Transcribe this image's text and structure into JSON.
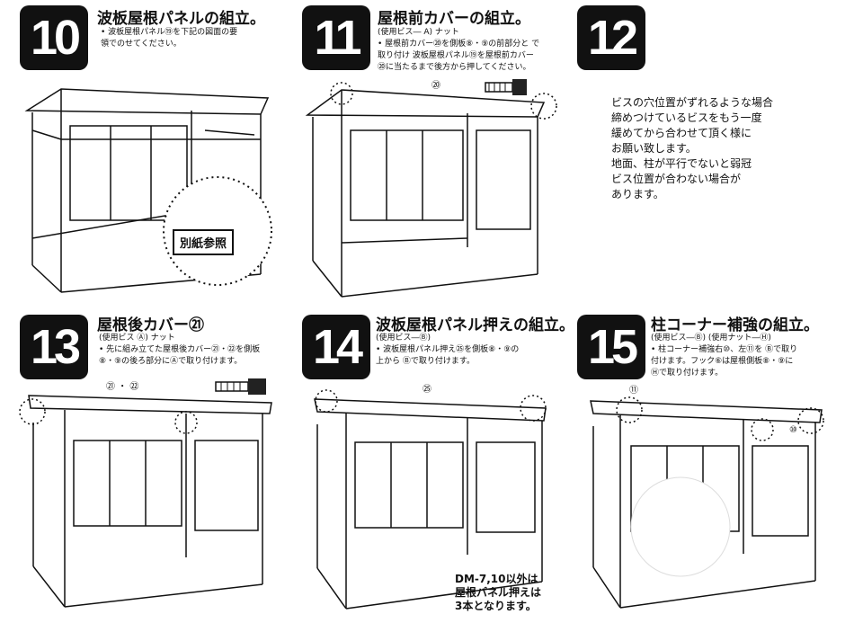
{
  "steps": [
    {
      "num": "10",
      "title": "波板屋根パネルの組立。",
      "lines": [
        "• 波板屋根パネル⑲を下記の図面の要",
        "   領でのせてください。"
      ]
    },
    {
      "num": "11",
      "title": "屋根前カバーの組立。",
      "lines": [
        "(使用ビス― A)    ナット",
        "• 屋根前カバー⑳を側板⑧・⑨の前部分と で",
        "  取り付け 波板屋根パネル⑲を屋根前カバー",
        "  ⑳に当たるまで後方から押してください。"
      ],
      "label": "⑳"
    },
    {
      "num": "12",
      "note": [
        "ビスの穴位置がずれるような場合",
        "締めつけているビスをもう一度",
        "緩めてから合わせて頂く様に",
        "お願い致します。",
        "地面、柱が平行でないと弱冠",
        "ビス位置が合わない場合が",
        "あります。"
      ]
    },
    {
      "num": "13",
      "title": "屋根後カバー㉑",
      "lines": [
        "(使用ビス Ⓐ)     ナット",
        "• 先に組み立てた屋根後カバー㉑・㉒を側板",
        "  ⑧・⑨の後ろ部分にⒶで取り付けます。"
      ],
      "label": "㉑ ・ ㉒"
    },
    {
      "num": "14",
      "title": "波板屋根パネル押えの組立。",
      "lines": [
        "(使用ビス―Ⓑ)",
        "• 波板屋根パネル押え㉕を側板⑧・⑨の",
        "  上から Ⓑで取り付けます。"
      ],
      "label": "㉕",
      "bottom_note": [
        "DM-7,10以外は",
        "屋根パネル押えは",
        "3本となります。"
      ]
    },
    {
      "num": "15",
      "title": "柱コーナー補強の組立。",
      "lines": [
        "(使用ビス―Ⓑ)     (使用ナット―Ⓗ)",
        "• 柱コーナー補強右⑩、左⑪を Ⓑで取り",
        "  付けます。フック⑥は屋根側板⑧・⑨に",
        "  Ⓗで取り付けます。"
      ],
      "label_a": "⑪",
      "label_b": "⑩"
    }
  ],
  "callout_label": "別紙参照"
}
